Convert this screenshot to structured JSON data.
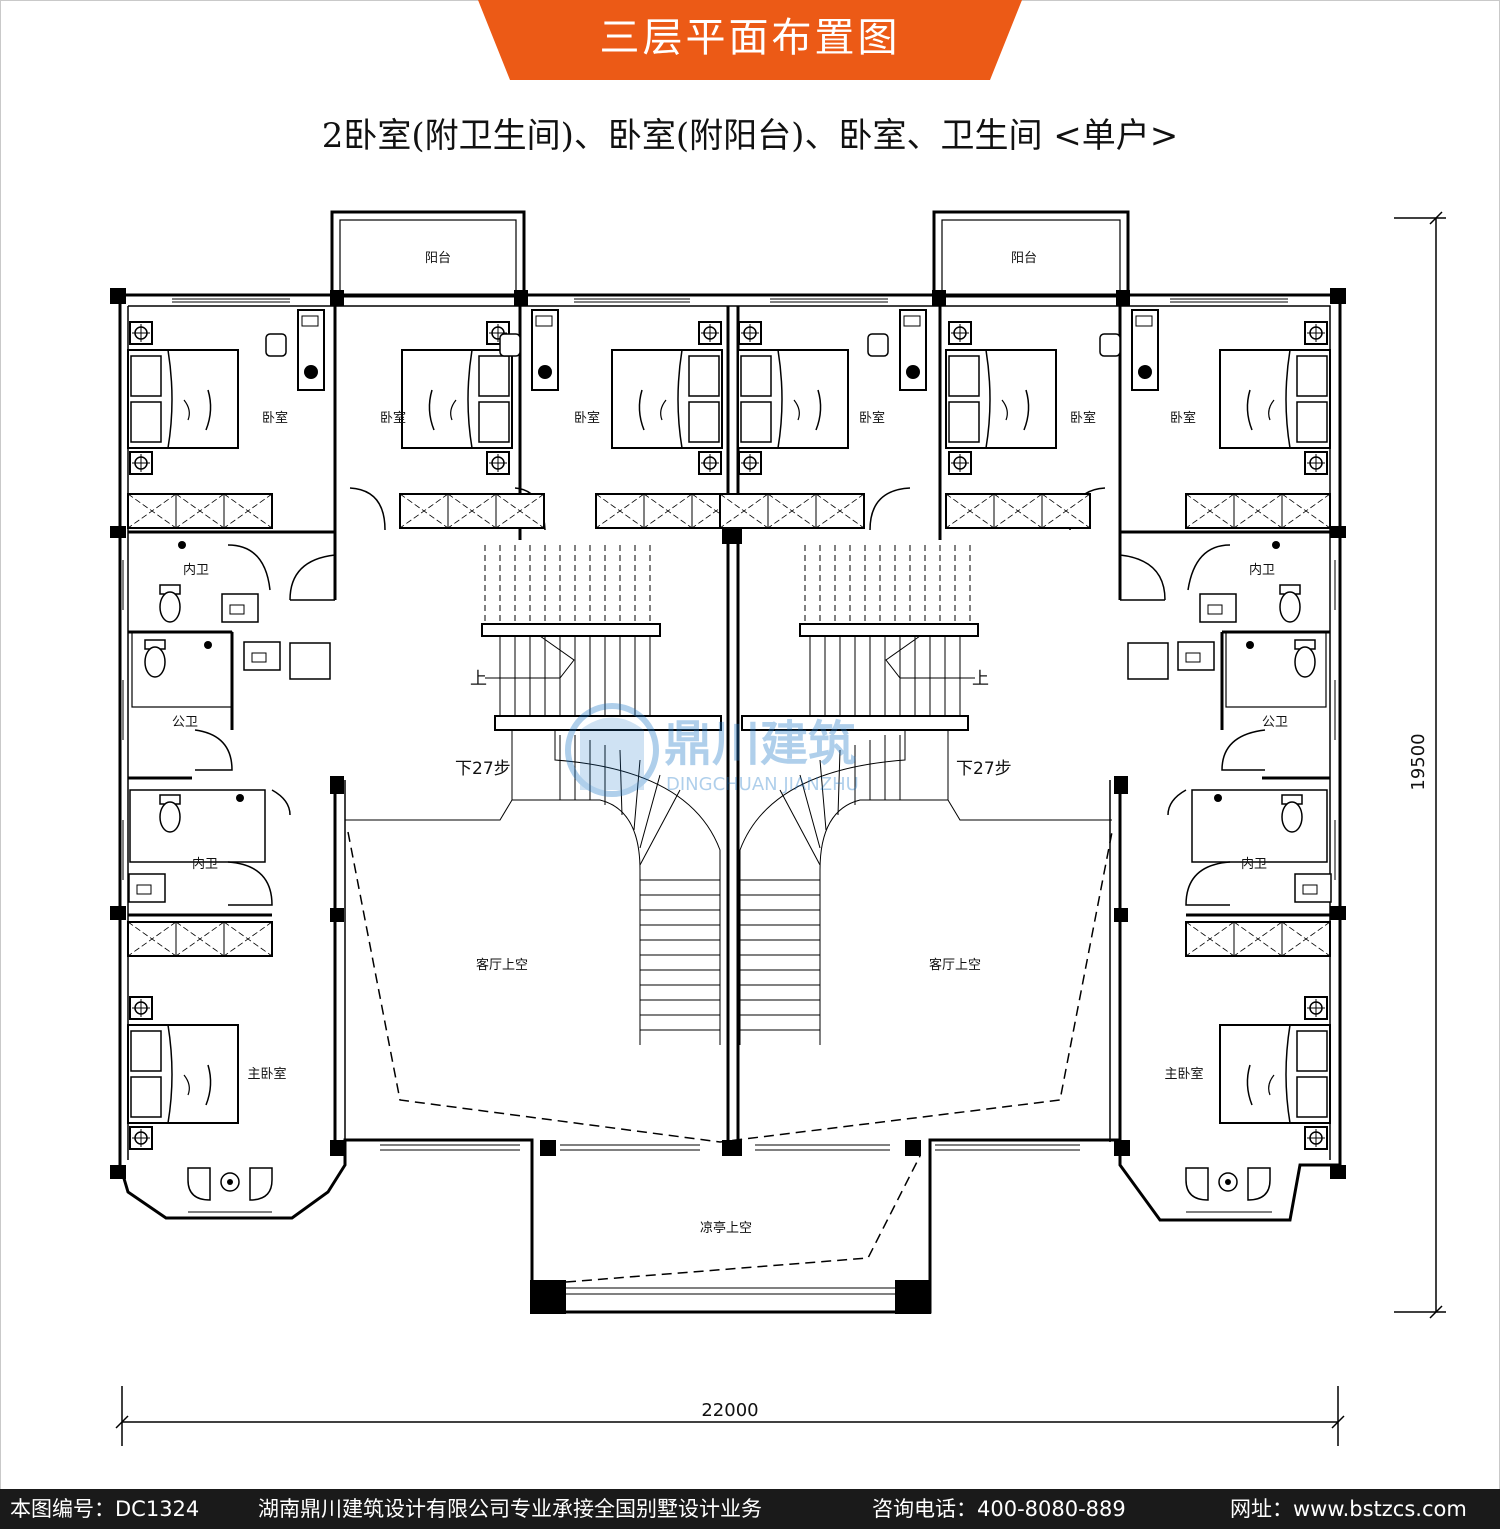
{
  "header": {
    "title": "三层平面布置图",
    "subtitle": "2卧室(附卫生间)、卧室(附阳台)、卧室、卫生间 <单户>",
    "banner_color": "#ec5a16"
  },
  "plan": {
    "rooms": {
      "balcony": "阳台",
      "bedroom": "卧室",
      "en_suite": "内卫",
      "public_bath": "公卫",
      "master_bedroom": "主卧室",
      "living_void": "客厅上空",
      "pavilion_void": "凉亭上空"
    },
    "stair": {
      "up": "上",
      "down": "下27步"
    },
    "dimensions": {
      "width": "22000",
      "depth": "19500"
    }
  },
  "watermark": {
    "name": "鼎川建筑",
    "pinyin": "DINGCHUAN JIANZHU",
    "color": "#1e78c8"
  },
  "footer": {
    "drawing_no": "本图编号：DC1324",
    "company": "湖南鼎川建筑设计有限公司专业承接全国别墅设计业务",
    "phone": "咨询电话：400-8080-889",
    "website": "网址：www.bstzcs.com"
  }
}
